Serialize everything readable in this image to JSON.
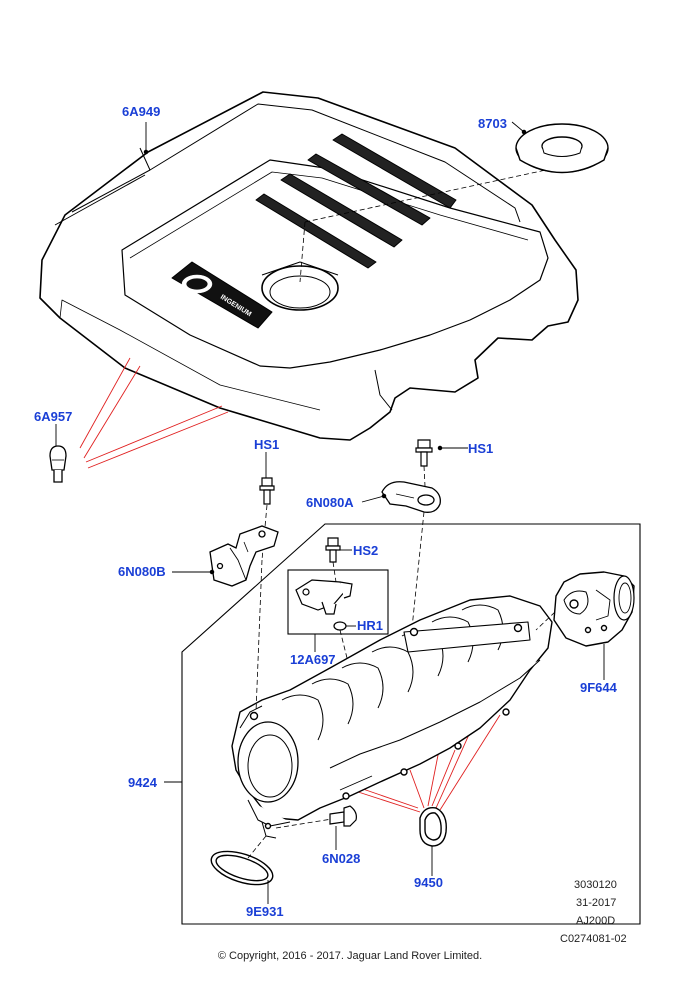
{
  "callouts": [
    {
      "key": "cover",
      "label": "6A949"
    },
    {
      "key": "grommet",
      "label": "8703"
    },
    {
      "key": "stud",
      "label": "6A957"
    },
    {
      "key": "hs1_left",
      "label": "HS1"
    },
    {
      "key": "hs1_right",
      "label": "HS1"
    },
    {
      "key": "bracket_a",
      "label": "6N080A"
    },
    {
      "key": "bracket_b",
      "label": "6N080B"
    },
    {
      "key": "hs2",
      "label": "HS2"
    },
    {
      "key": "hr1",
      "label": "HR1"
    },
    {
      "key": "sensor_kit",
      "label": "12A697"
    },
    {
      "key": "throttle",
      "label": "9F644"
    },
    {
      "key": "manifold",
      "label": "9424"
    },
    {
      "key": "bolt",
      "label": "6N028"
    },
    {
      "key": "gasket",
      "label": "9450"
    },
    {
      "key": "seal",
      "label": "9E931"
    }
  ],
  "meta": {
    "code1": "3030120",
    "code2": "31-2017",
    "code3": "AJ200D",
    "code4": "C0274081-02"
  },
  "copyright": "© Copyright, 2016 - 2017. Jaguar Land Rover Limited.",
  "logo_text": "INGENIUM"
}
